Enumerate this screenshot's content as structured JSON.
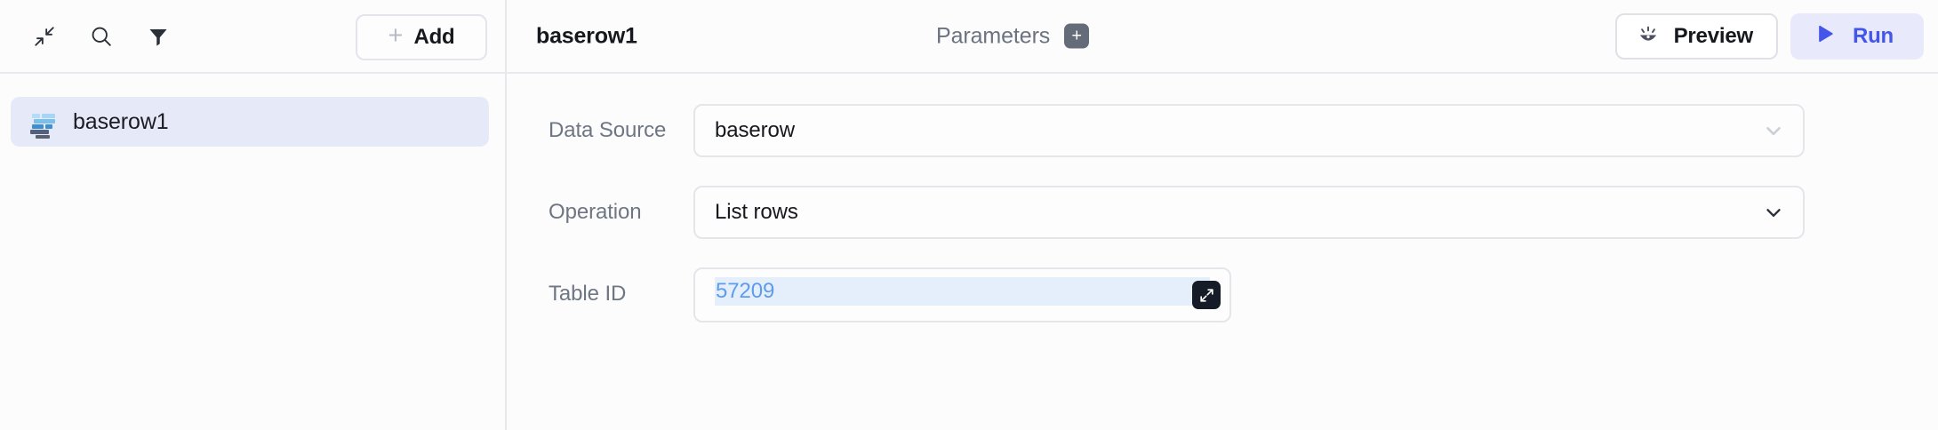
{
  "sidebar": {
    "toolbar": {
      "collapse_icon": "collapse-arrows-icon",
      "search_icon": "search-icon",
      "filter_icon": "filter-funnel-icon",
      "add_label": "Add",
      "add_plus": "+"
    },
    "items": [
      {
        "label": "baserow1",
        "icon": "baserow-logo-icon",
        "active": true
      }
    ]
  },
  "header": {
    "title": "baserow1",
    "parameters_label": "Parameters",
    "parameters_add": "+",
    "preview_label": "Preview",
    "preview_icon": "eye-icon",
    "run_label": "Run",
    "run_icon": "play-icon",
    "accent_color": "#4455ea",
    "run_bg_color": "#e8eafb"
  },
  "form": {
    "fields": [
      {
        "label": "Data Source",
        "type": "select",
        "value": "baserow",
        "icon": "chevron-down-icon"
      },
      {
        "label": "Operation",
        "type": "select",
        "value": "List rows",
        "icon": "chevron-down-icon"
      },
      {
        "label": "Table ID",
        "type": "code",
        "value": "57209",
        "icon": "expand-diagonal-icon",
        "value_color": "#5d9cec",
        "highlight_color": "#e5effb"
      }
    ]
  }
}
